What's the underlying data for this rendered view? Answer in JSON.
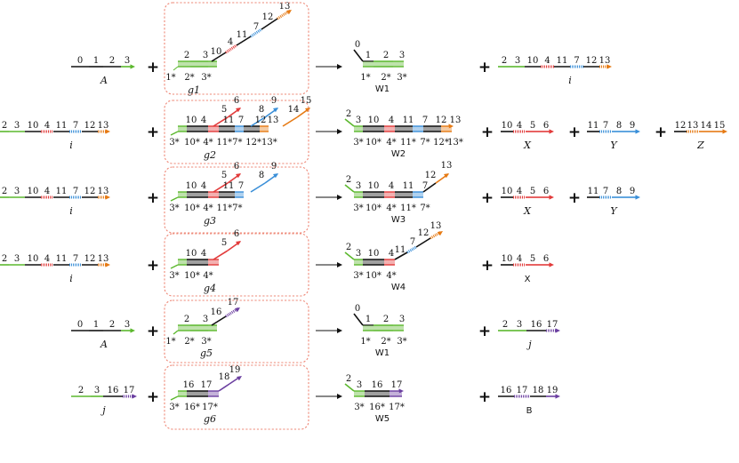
{
  "colors": {
    "black": "#111111",
    "green": "#5cb82e",
    "red": "#e23b3b",
    "blue": "#3a8fd8",
    "orange": "#e67a14",
    "purple": "#6b3fa0",
    "box": "#ee8877"
  },
  "rows": [
    {
      "input": {
        "name": "A",
        "domains": [
          "0",
          "1",
          "2",
          "3"
        ]
      },
      "gate": {
        "name": "g1",
        "bottom": [
          "1*",
          "2*",
          "3*"
        ],
        "top_duplex": [
          "2",
          "3"
        ],
        "tail": [
          "10",
          "4",
          "11",
          "7",
          "12",
          "13"
        ]
      },
      "waste": {
        "name": "W1",
        "domains": [
          "0",
          "1",
          "2",
          "3"
        ],
        "bottom": [
          "1*",
          "2*",
          "3*"
        ]
      },
      "outputs": [
        {
          "name": "i",
          "domains": [
            "2",
            "3",
            "10",
            "4",
            "11",
            "7",
            "12",
            "13"
          ]
        }
      ]
    },
    {
      "input": {
        "name": "i",
        "domains": [
          "2",
          "3",
          "10",
          "4",
          "11",
          "7",
          "12",
          "13"
        ]
      },
      "gate": {
        "name": "g2",
        "bottom": [
          "3*",
          "10*",
          "4*",
          "11*7*",
          "12*13*"
        ],
        "strands": [
          [
            "10",
            "4",
            "5",
            "6"
          ],
          [
            "11",
            "7",
            "8",
            "9"
          ],
          [
            "12",
            "13",
            "14",
            "15"
          ]
        ]
      },
      "waste": {
        "name": "W2",
        "domains": [
          "2",
          "3",
          "10",
          "4",
          "11",
          "7",
          "12",
          "13"
        ],
        "bottom": [
          "3*",
          "10*",
          "4*",
          "11*",
          "7*",
          "12*",
          "13*"
        ]
      },
      "outputs": [
        {
          "name": "X",
          "domains": [
            "10",
            "4",
            "5",
            "6"
          ]
        },
        {
          "name": "Y",
          "domains": [
            "11",
            "7",
            "8",
            "9"
          ]
        },
        {
          "name": "Z",
          "domains": [
            "12",
            "13",
            "14",
            "15"
          ]
        }
      ]
    },
    {
      "input": {
        "name": "i",
        "domains": [
          "2",
          "3",
          "10",
          "4",
          "11",
          "7",
          "12",
          "13"
        ]
      },
      "gate": {
        "name": "g3",
        "bottom": [
          "3*",
          "10*",
          "4*",
          "11*7*"
        ],
        "strands": [
          [
            "10",
            "4",
            "5",
            "6"
          ],
          [
            "11",
            "7",
            "8",
            "9"
          ]
        ]
      },
      "waste": {
        "name": "W3",
        "domains": [
          "2",
          "3",
          "10",
          "4",
          "11",
          "7",
          "12",
          "13"
        ],
        "bottom": [
          "3*",
          "10*",
          "4*",
          "11*",
          "7*"
        ]
      },
      "outputs": [
        {
          "name": "X",
          "domains": [
            "10",
            "4",
            "5",
            "6"
          ]
        },
        {
          "name": "Y",
          "domains": [
            "11",
            "7",
            "8",
            "9"
          ]
        }
      ]
    },
    {
      "input": {
        "name": "i",
        "domains": [
          "2",
          "3",
          "10",
          "4",
          "11",
          "7",
          "12",
          "13"
        ]
      },
      "gate": {
        "name": "g4",
        "bottom": [
          "3*",
          "10*",
          "4*"
        ],
        "strands": [
          [
            "10",
            "4",
            "5",
            "6"
          ]
        ]
      },
      "waste": {
        "name": "W4",
        "domains": [
          "2",
          "3",
          "10",
          "4",
          "11",
          "7",
          "12",
          "13"
        ],
        "bottom": [
          "3*",
          "10*",
          "4*"
        ]
      },
      "outputs": [
        {
          "name": "X",
          "domains": [
            "10",
            "4",
            "5",
            "6"
          ]
        }
      ]
    },
    {
      "input": {
        "name": "A",
        "domains": [
          "0",
          "1",
          "2",
          "3"
        ]
      },
      "gate": {
        "name": "g5",
        "bottom": [
          "1*",
          "2*",
          "3*"
        ],
        "top_duplex": [
          "2",
          "3"
        ],
        "tail": [
          "16",
          "17"
        ]
      },
      "waste": {
        "name": "W1",
        "domains": [
          "0",
          "1",
          "2",
          "3"
        ],
        "bottom": [
          "1*",
          "2*",
          "3*"
        ]
      },
      "outputs": [
        {
          "name": "j",
          "domains": [
            "2",
            "3",
            "16",
            "17"
          ]
        }
      ]
    },
    {
      "input": {
        "name": "j",
        "domains": [
          "2",
          "3",
          "16",
          "17"
        ]
      },
      "gate": {
        "name": "g6",
        "bottom": [
          "3*",
          "16*",
          "17*"
        ],
        "strands": [
          [
            "16",
            "17",
            "18",
            "19"
          ]
        ]
      },
      "waste": {
        "name": "W5",
        "domains": [
          "2",
          "3",
          "16",
          "17"
        ],
        "bottom": [
          "3*",
          "16*",
          "17*"
        ]
      },
      "outputs": [
        {
          "name": "B",
          "domains": [
            "16",
            "17",
            "18",
            "19"
          ]
        }
      ]
    }
  ]
}
